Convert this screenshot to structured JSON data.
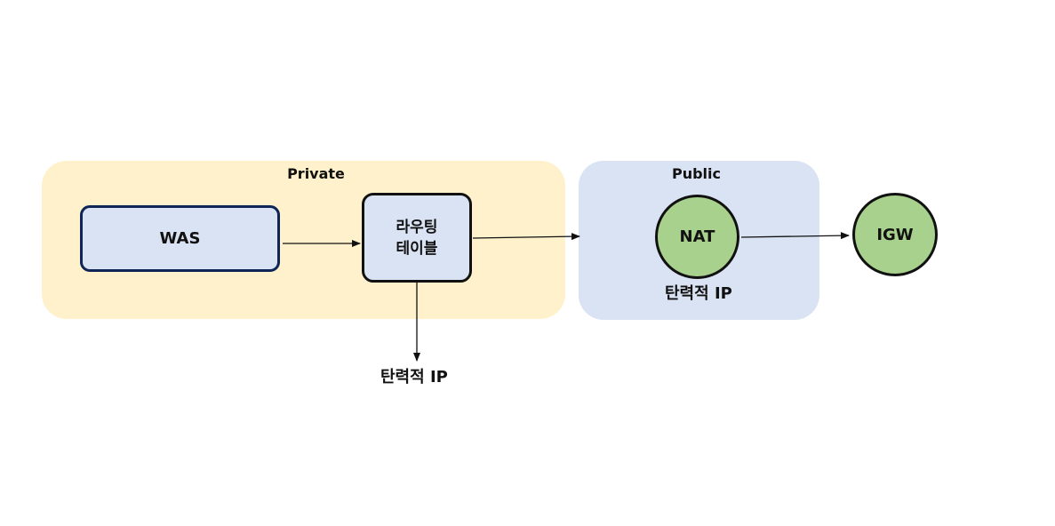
{
  "zones": {
    "private_label": "Private",
    "public_label": "Public"
  },
  "nodes": {
    "was": "WAS",
    "routing_table": "라우팅\n테이블",
    "nat": "NAT",
    "igw": "IGW"
  },
  "labels": {
    "nat_elastic_ip": "탄력적 IP",
    "routing_elastic_ip": "탄력적 IP"
  },
  "colors": {
    "private_zone": "#fff1cc",
    "public_zone": "#dae3f3",
    "box_fill": "#dae3f3",
    "was_border": "#0f2557",
    "circle_fill": "#a9d18e"
  },
  "edges": [
    {
      "from": "was",
      "to": "routing_table"
    },
    {
      "from": "routing_table",
      "to": "public_zone"
    },
    {
      "from": "nat",
      "to": "igw"
    },
    {
      "from": "routing_table",
      "to": "routing_elastic_ip"
    }
  ]
}
